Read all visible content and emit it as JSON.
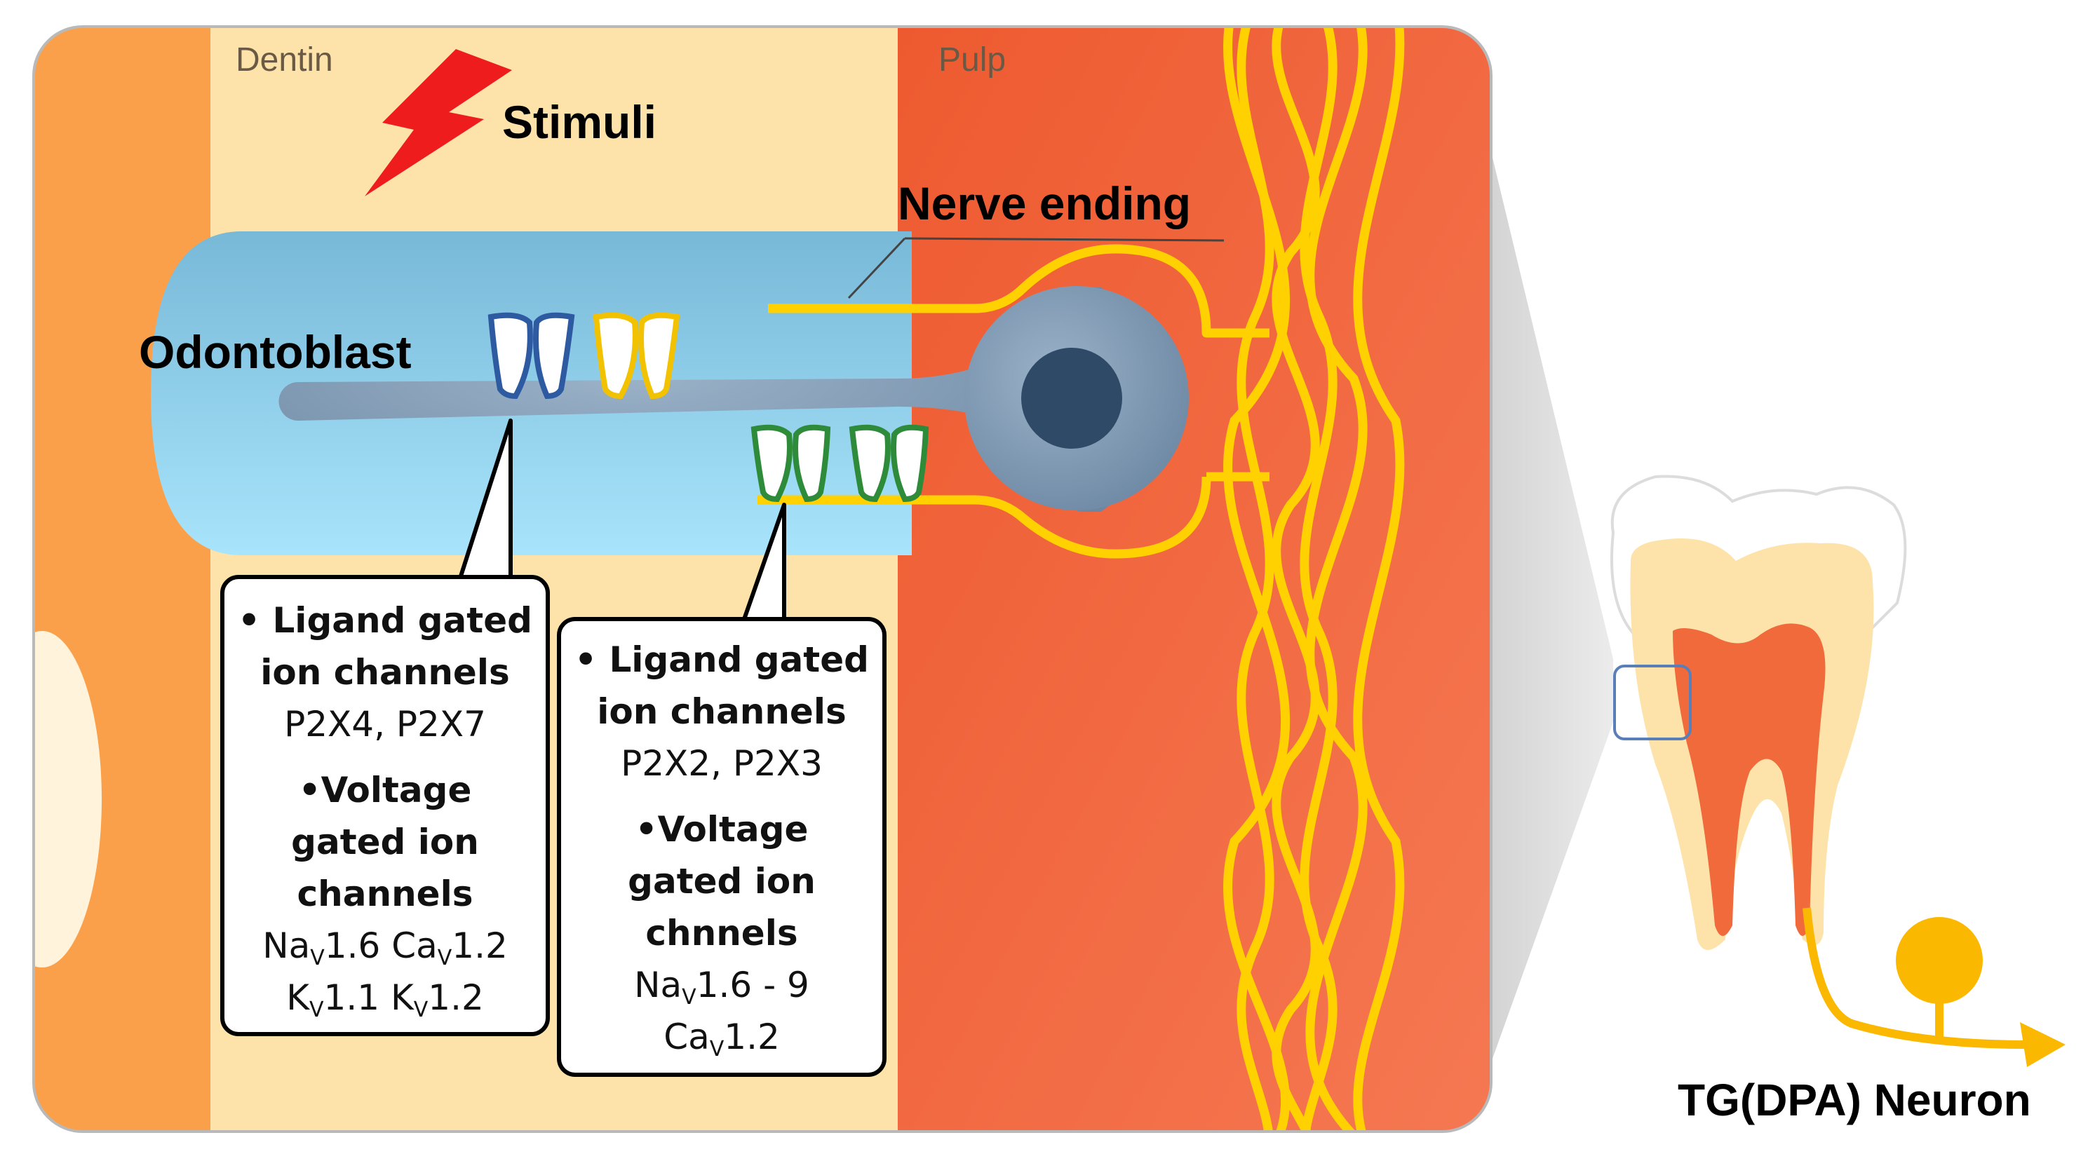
{
  "regions": {
    "dentin": "Dentin",
    "pulp": "Pulp"
  },
  "labels": {
    "stimuli": "Stimuli",
    "nerve_ending": "Nerve ending",
    "odontoblast": "Odontoblast",
    "neuron": "TG(DPA) Neuron"
  },
  "box_left": {
    "ligand_title": [
      "• Ligand gated",
      "ion channels"
    ],
    "ligand_items": "P2X4, P2X7",
    "voltage_title": [
      "•Voltage",
      "gated ion",
      "channels"
    ],
    "voltage_row1": [
      {
        "base": "Na",
        "sub": "V",
        "rest": "1.6 "
      },
      {
        "base": "Ca",
        "sub": "V",
        "rest": "1.2"
      }
    ],
    "voltage_row2": [
      {
        "base": "K",
        "sub": "V",
        "rest": "1.1 "
      },
      {
        "base": "K",
        "sub": "V",
        "rest": "1.2"
      }
    ]
  },
  "box_right": {
    "ligand_title": [
      "• Ligand gated",
      "ion channels"
    ],
    "ligand_items": "P2X2, P2X3",
    "voltage_title": [
      "•Voltage",
      "gated ion",
      "chnnels"
    ],
    "voltage_row1": [
      {
        "base": "Na",
        "sub": "V",
        "rest": "1.6 - 9"
      }
    ],
    "voltage_row2": [
      {
        "base": "Ca",
        "sub": "V",
        "rest": "1.2"
      }
    ]
  },
  "colors": {
    "enamel": "#fba04a",
    "dentin": "#fde3a9",
    "pulp": "#f06a3c",
    "odontoblast": "#8ccfea",
    "nerve": "#ffd100",
    "neuron_body": "#7a93ad",
    "nucleus": "#2e4a66",
    "channel_blue": "#2d5aa0",
    "channel_yellow": "#f2c200",
    "channel_green": "#2e8b3a",
    "stimulus": "#ee1c1c"
  }
}
